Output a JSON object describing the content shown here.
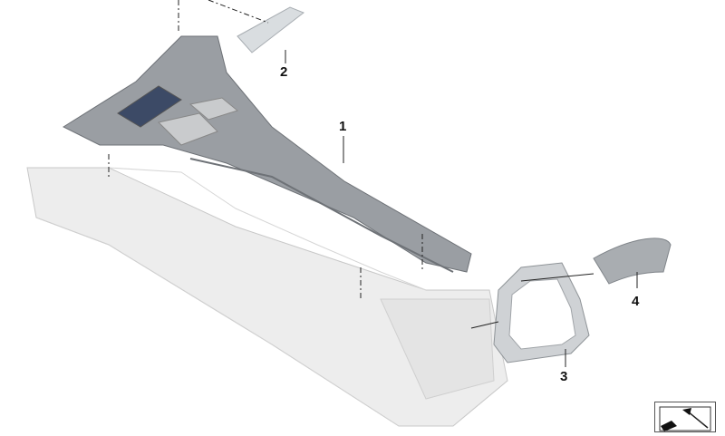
{
  "diagram": {
    "type": "exploded parts diagram",
    "subject": "Center console with trim panels",
    "callouts": [
      {
        "id": "1",
        "label": "1",
        "part": "center console trim panel"
      },
      {
        "id": "2",
        "label": "2",
        "part": "trim strip"
      },
      {
        "id": "3",
        "label": "3",
        "part": "front trim frame"
      },
      {
        "id": "4",
        "label": "4",
        "part": "cover cap"
      }
    ]
  },
  "nav": {
    "icon": "arrow-back-icon"
  }
}
